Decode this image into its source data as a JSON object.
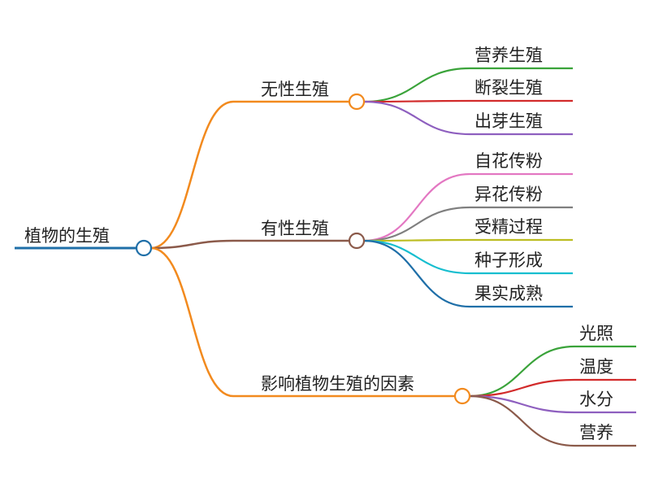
{
  "mindmap": {
    "root": {
      "label": "植物的生殖",
      "color": "#1f6fa8"
    },
    "branches": [
      {
        "label": "无性生殖",
        "color": "#f28a1e",
        "children": [
          {
            "label": "营养生殖",
            "color": "#3aa33a"
          },
          {
            "label": "断裂生殖",
            "color": "#d22b2b"
          },
          {
            "label": "出芽生殖",
            "color": "#8e5fbf"
          }
        ]
      },
      {
        "label": "有性生殖",
        "color": "#8b5a4a",
        "children": [
          {
            "label": "自花传粉",
            "color": "#e377c2"
          },
          {
            "label": "异花传粉",
            "color": "#7f7f7f"
          },
          {
            "label": "受精过程",
            "color": "#bcbd22"
          },
          {
            "label": "种子形成",
            "color": "#17becf"
          },
          {
            "label": "果实成熟",
            "color": "#1f6fa8"
          }
        ]
      },
      {
        "label": "影响植物生殖的因素",
        "color": "#f28a1e",
        "children": [
          {
            "label": "光照",
            "color": "#3aa33a"
          },
          {
            "label": "温度",
            "color": "#d22b2b"
          },
          {
            "label": "水分",
            "color": "#8e5fbf"
          },
          {
            "label": "营养",
            "color": "#8b5a4a"
          }
        ]
      }
    ]
  }
}
